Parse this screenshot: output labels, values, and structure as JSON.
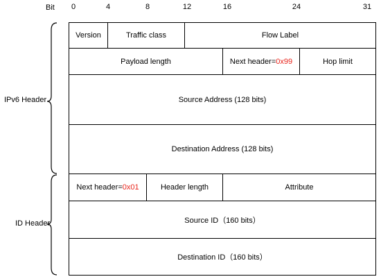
{
  "bit_axis": {
    "title": "Bit",
    "ticks": [
      "0",
      "4",
      "8",
      "12",
      "16",
      "24",
      "31"
    ]
  },
  "ipv6_header": {
    "label": "IPv6 Header",
    "row1": {
      "version": "Version",
      "traffic_class": "Traffic class",
      "flow_label": "Flow Label"
    },
    "row2": {
      "payload_length": "Payload length",
      "next_header_prefix": "Next header=",
      "next_header_value": "0x99",
      "hop_limit": "Hop limit"
    },
    "source_address": "Source Address (128 bits)",
    "destination_address": "Destination Address (128 bits)"
  },
  "id_header": {
    "label": "ID Header",
    "row1": {
      "next_header_prefix": "Next header=",
      "next_header_value": "0x01",
      "header_length": "Header length",
      "attribute": "Attribute"
    },
    "source_id": "Source ID（160 bits）",
    "destination_id": "Destination ID（160 bits）"
  },
  "colors": {
    "highlight": "#e8231a",
    "line": "#000000"
  }
}
